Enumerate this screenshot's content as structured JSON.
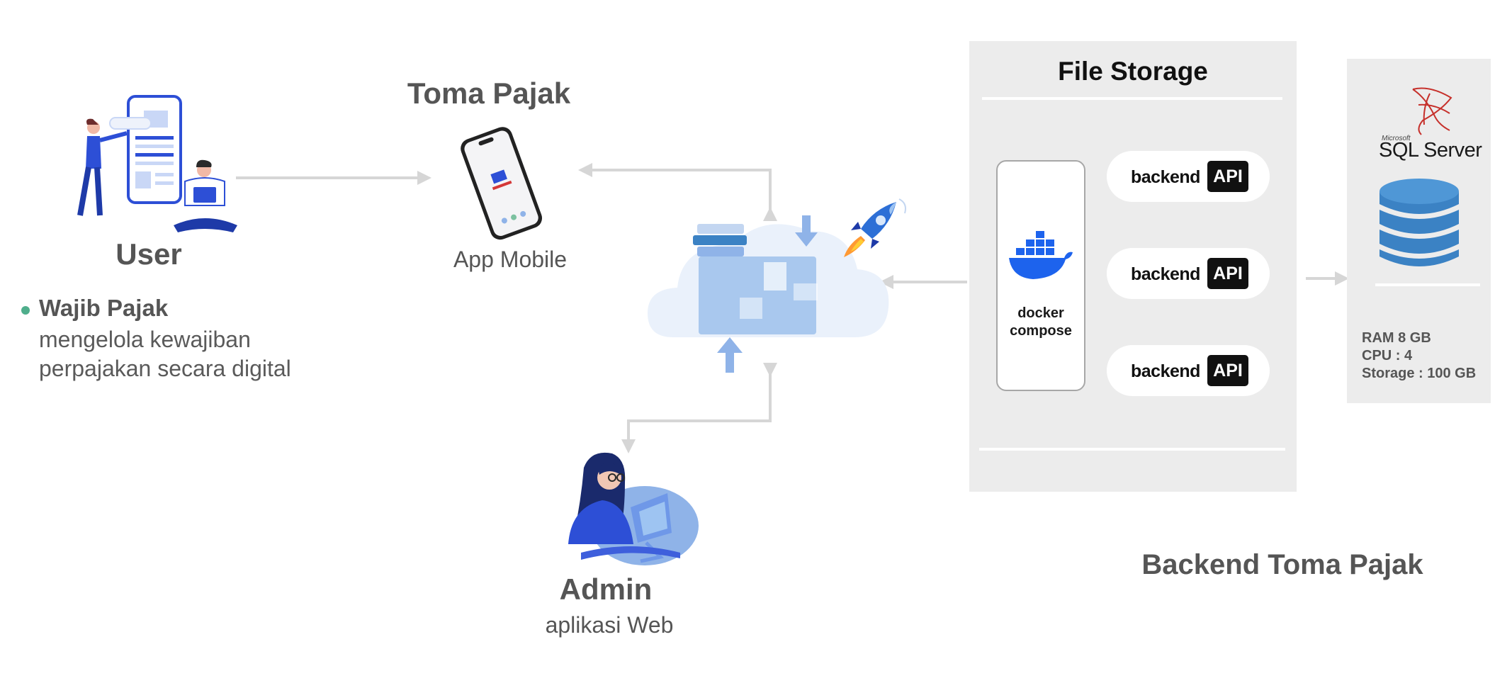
{
  "user": {
    "title": "User",
    "role": "Wajib Pajak",
    "description": "mengelola kewajiban perpajakan secara digital"
  },
  "app": {
    "title": "Toma Pajak",
    "subtitle": "App Mobile"
  },
  "admin": {
    "title": "Admin",
    "subtitle": "aplikasi Web"
  },
  "file_storage": {
    "title": "File Storage",
    "docker_label": "docker compose",
    "api_services": [
      {
        "word": "backend",
        "badge": "API"
      },
      {
        "word": "backend",
        "badge": "API"
      },
      {
        "word": "backend",
        "badge": "API"
      }
    ]
  },
  "database": {
    "vendor": "Microsoft",
    "name": "SQL Server",
    "specs": [
      "RAM 8 GB",
      "CPU : 4",
      "Storage : 100 GB"
    ]
  },
  "backend_label": "Backend Toma Pajak",
  "colors": {
    "panel_bg": "#ececec",
    "arrow": "#d6d6d6",
    "heading_text": "#555555",
    "user_blue": "#2d4fd6",
    "cloud_blue": "#a9c8ee",
    "docker_blue": "#1d63ed",
    "db_blue": "#3b82c4",
    "bullet_green": "#4fae8c"
  },
  "icons": [
    "user-illustration-icon",
    "phone-icon",
    "cloud-storage-icon",
    "rocket-icon",
    "admin-illustration-icon",
    "docker-whale-icon",
    "sql-server-logo-icon",
    "database-icon"
  ]
}
